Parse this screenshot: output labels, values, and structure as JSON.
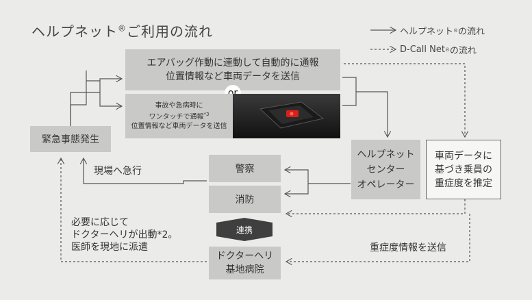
{
  "title": {
    "main": "ヘルプネット",
    "reg": "®",
    "rest": "ご利用の流れ"
  },
  "legend": {
    "solid": {
      "label": "ヘルプネット",
      "sup": "®",
      "suffix": "の流れ"
    },
    "dashed": {
      "label": "D-Call Net",
      "sup": "®",
      "suffix": "の流れ"
    }
  },
  "boxes": {
    "emergency": "緊急事態発生",
    "airbag_line1": "エアバッグ作動に連動して自動的に通報",
    "airbag_line2": "位置情報など車両データを送信",
    "or": "or",
    "manual_line1": "事故や急病時に",
    "manual_line2": "ワンタッチで通報",
    "manual_sup": "*3",
    "manual_line3": "位置情報など車両データを送信",
    "center_line1": "ヘルプネット",
    "center_line2": "センター",
    "center_line3": "オペレーター",
    "estimate_line1": "車両データに",
    "estimate_line2": "基づき乗員の",
    "estimate_line3": "重症度を推定",
    "police": "警察",
    "fire": "消防",
    "cooperation": "連携",
    "heli_line1": "ドクターヘリ",
    "heli_line2": "基地病院"
  },
  "labels": {
    "rush": "現場へ急行",
    "doctor_line1": "必要に応じて",
    "doctor_line2": "ドクターヘリが出動*2。",
    "doctor_line3": "医師を現地に派遣",
    "severity_send": "重症度情報を送信"
  },
  "colors": {
    "background": "#ebebea",
    "box": "#c9c9c8",
    "line": "#555555",
    "dark": "#3f3f3f",
    "button_red": "#d8201c"
  }
}
